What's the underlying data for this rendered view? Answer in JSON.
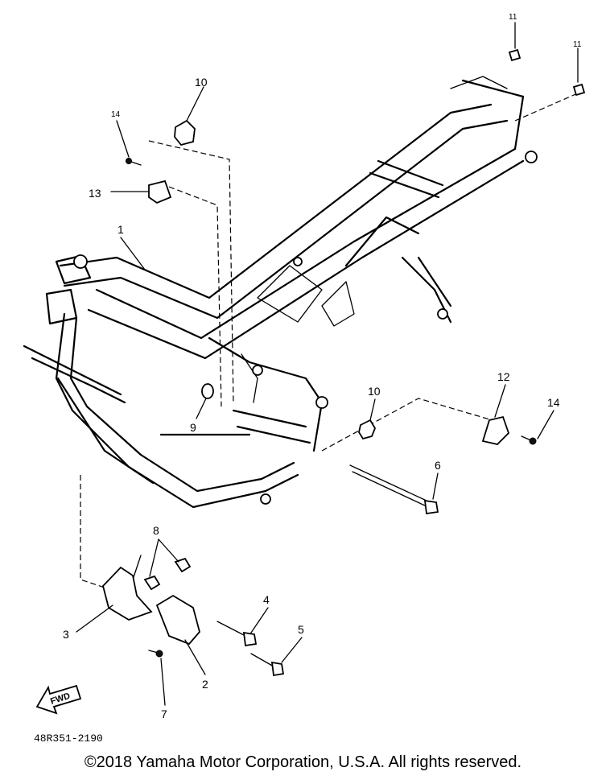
{
  "diagram": {
    "callouts": {
      "c1": "1",
      "c2": "2",
      "c3": "3",
      "c4": "4",
      "c5": "5",
      "c6": "6",
      "c7": "7",
      "c8": "8",
      "c9": "9",
      "c10a": "10",
      "c10b": "10",
      "c11a": "11",
      "c11b": "11",
      "c12": "12",
      "c13": "13",
      "c14a": "14",
      "c14b": "14"
    },
    "forward_marker": "FWD",
    "drawing_code": "48R351-2190"
  },
  "footer": {
    "copyright": "©2018 Yamaha Motor Corporation, U.S.A. All rights reserved."
  }
}
